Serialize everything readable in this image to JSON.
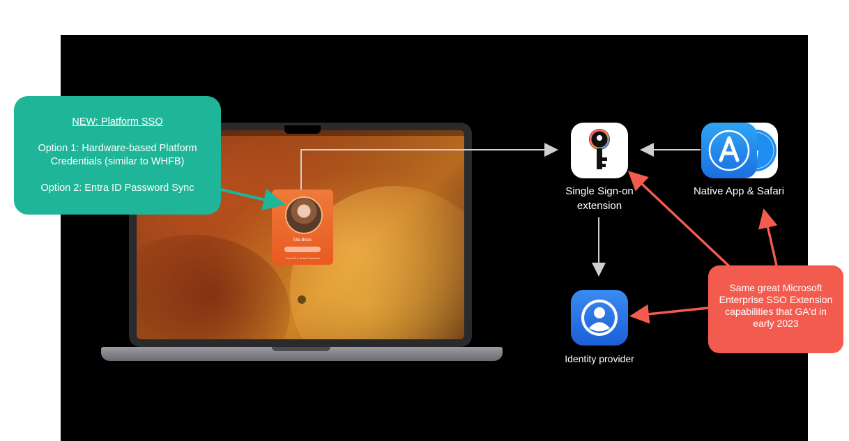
{
  "callouts": {
    "platform_sso": {
      "title": "NEW: Platform SSO",
      "option1": "Option 1: Hardware-based Platform Credentials (similar to WHFB)",
      "option2": "Option 2: Entra ID Password Sync",
      "color": "#1fb598"
    },
    "enterprise_sso": {
      "text": "Same great Microsoft Enterprise SSO Extension capabilities that GA'd in early 2023",
      "color": "#f45b4f"
    }
  },
  "nodes": {
    "sso_extension": {
      "label": "Single Sign-on extension",
      "icon": "key-icon"
    },
    "native_app": {
      "label": "Native App & Safari",
      "icon": "app-store-icon"
    },
    "identity_provider": {
      "label": "Identity provider",
      "icon": "person-icon"
    }
  },
  "login_card": {
    "user_name": "Ella Block",
    "hint": "Touch ID or Enter Password"
  },
  "colors": {
    "background": "#000000",
    "connector": "#cfcfcf",
    "red_arrow": "#f45b4f",
    "green_arrow": "#1fb598"
  }
}
